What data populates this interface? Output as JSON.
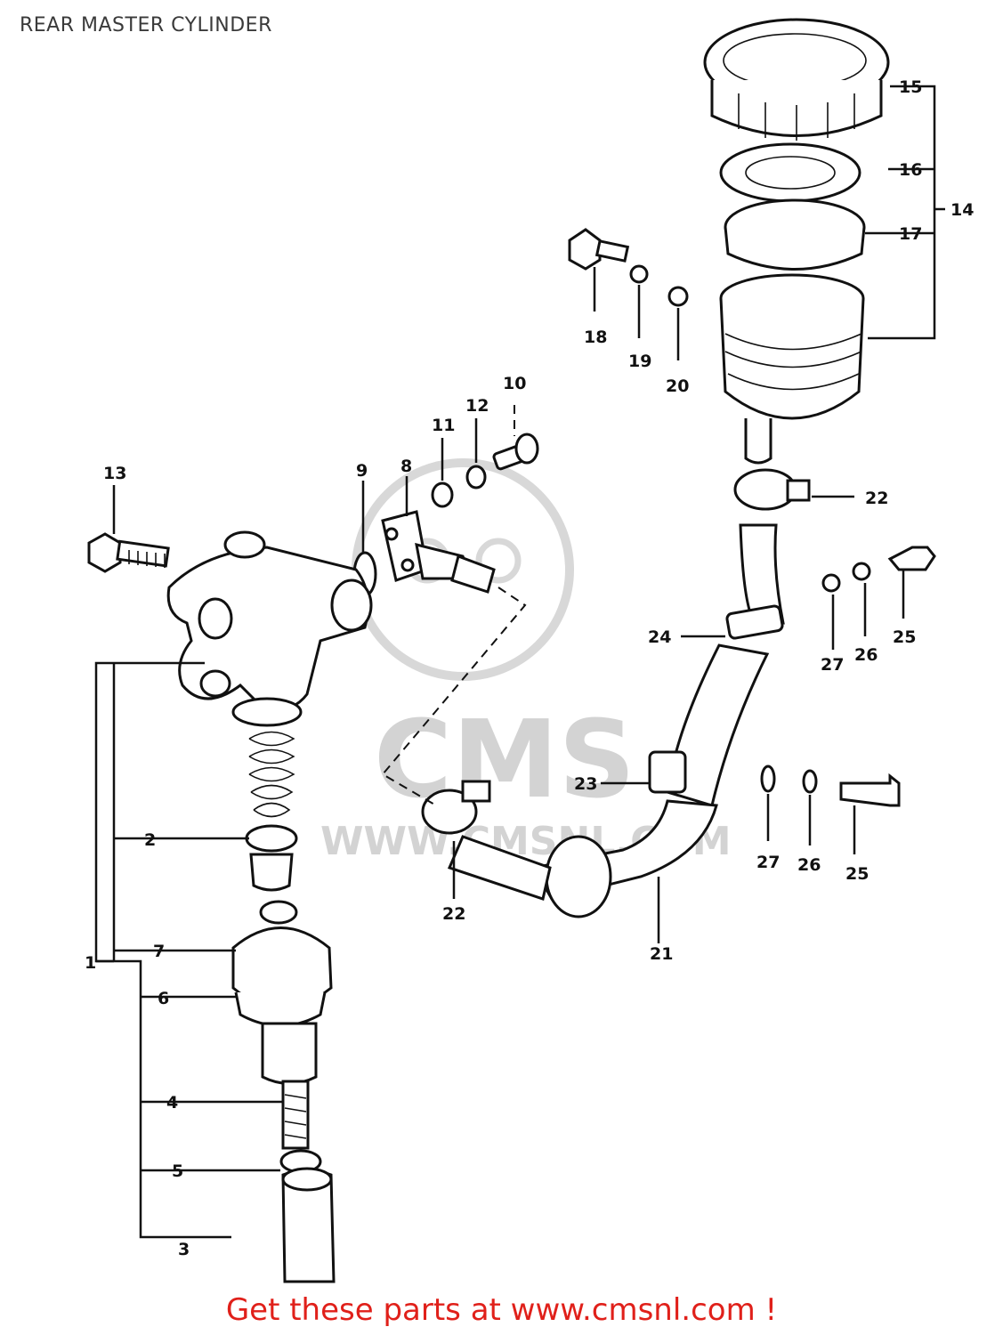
{
  "title": "REAR MASTER CYLINDER",
  "footer": "Get these parts at www.cmsnl.com !",
  "watermark": {
    "logo_text": "CMS",
    "url_text": "WWW.CMSNL.COM"
  },
  "callouts": {
    "c1": "1",
    "c2": "2",
    "c3": "3",
    "c4": "4",
    "c5": "5",
    "c6": "6",
    "c7": "7",
    "c8": "8",
    "c9": "9",
    "c10": "10",
    "c11": "11",
    "c12": "12",
    "c13": "13",
    "c14": "14",
    "c15": "15",
    "c16": "16",
    "c17": "17",
    "c18": "18",
    "c19": "19",
    "c20": "20",
    "c21": "21",
    "c22a": "22",
    "c22b": "22",
    "c23": "23",
    "c24": "24",
    "c25a": "25",
    "c25b": "25",
    "c26a": "26",
    "c26b": "26",
    "c27a": "27",
    "c27b": "27"
  },
  "colors": {
    "footer": "#e0201a",
    "ink": "#111111",
    "watermark": "#cfcfcf"
  }
}
